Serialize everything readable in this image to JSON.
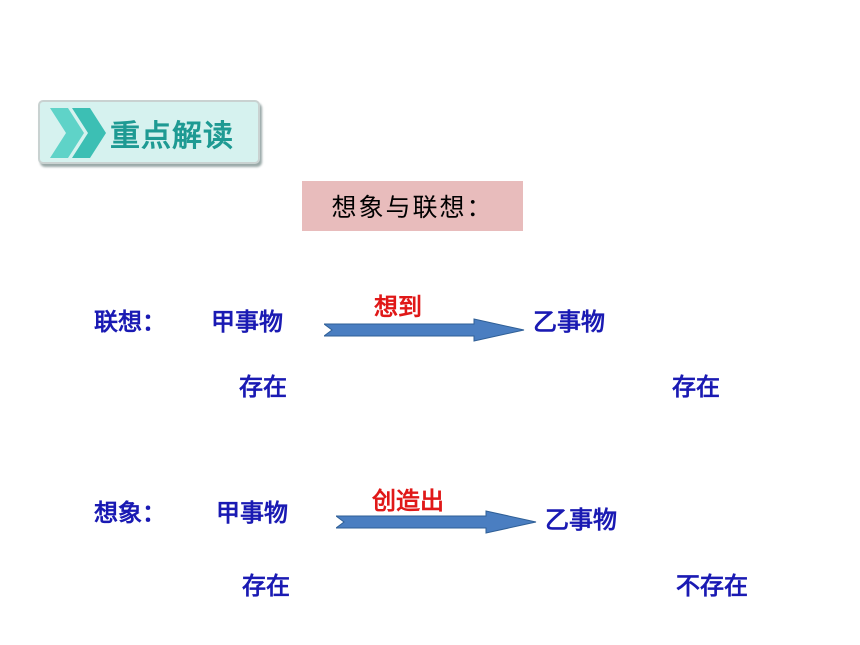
{
  "section": {
    "badge_label": "重点解读",
    "title": "想象与联想："
  },
  "association": {
    "label": "联想：",
    "thing_a": "甲事物",
    "verb": "想到",
    "thing_b": "乙事物",
    "a_status": "存在",
    "b_status": "存在"
  },
  "imagination": {
    "label": "想象：",
    "thing_a": "甲事物",
    "verb": "创造出",
    "thing_b": "乙事物",
    "a_status": "存在",
    "b_status": "不存在"
  },
  "colors": {
    "text_blue": "#1a1ab3",
    "verb_red": "#e01818",
    "arrow_blue": "#4a7ec1",
    "badge_teal": "#1e9a93",
    "title_bg": "#e8bcbc"
  }
}
